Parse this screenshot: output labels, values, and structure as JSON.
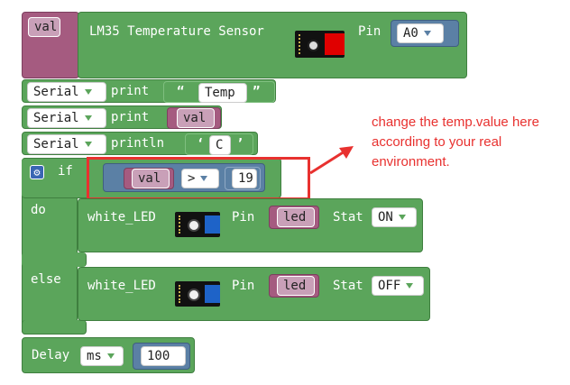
{
  "sensor_block": {
    "var_label": "val",
    "title": "LM35 Temperature Sensor",
    "pin_label": "Pin",
    "pin_value": "A0"
  },
  "serial1": {
    "dropdown": "Serial",
    "method": "print",
    "open_quote": "“",
    "string_value": "Temp",
    "close_quote": "”"
  },
  "serial2": {
    "dropdown": "Serial",
    "method": "print",
    "var": "val"
  },
  "serial3": {
    "dropdown": "Serial",
    "method": "println",
    "open_quote": "‘",
    "char_value": "C",
    "close_quote": "’"
  },
  "if_block": {
    "if_label": "if",
    "var": "val",
    "operator": ">",
    "number": "19",
    "do_label": "do",
    "else_label": "else"
  },
  "led_on": {
    "label": "white_LED",
    "pin_label": "Pin",
    "pin_var": "led",
    "stat_label": "Stat",
    "stat_value": "ON"
  },
  "led_off": {
    "label": "white_LED",
    "pin_label": "Pin",
    "pin_var": "led",
    "stat_label": "Stat",
    "stat_value": "OFF"
  },
  "delay": {
    "label": "Delay",
    "unit": "ms",
    "value": "100"
  },
  "annotation": {
    "text": "change the temp.value here according to your real environment.",
    "color": "#e8312f"
  },
  "colors": {
    "green": "#5ba55b",
    "pink": "#a55b80",
    "blue": "#5b80a5"
  }
}
